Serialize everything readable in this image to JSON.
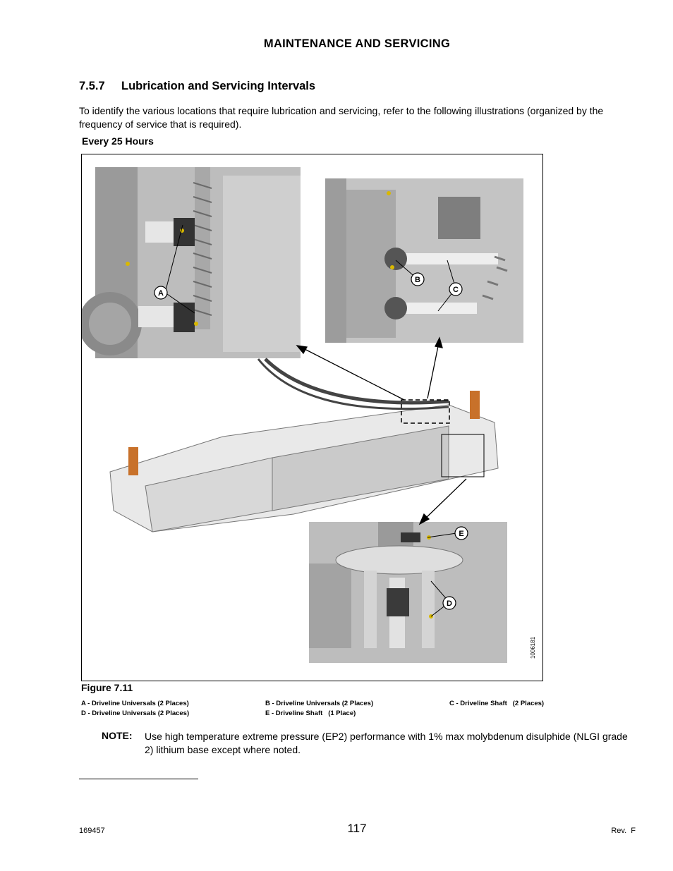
{
  "header": {
    "title": "MAINTENANCE AND SERVICING"
  },
  "section": {
    "number": "7.5.7",
    "title": "Lubrication and Servicing Intervals"
  },
  "intro": "To identify the various locations that require lubrication and servicing, refer to the following illustrations (organized by the frequency of service that is required).",
  "subheading": "Every 25 Hours",
  "figure": {
    "caption": "Figure 7.11",
    "image_id": "1006181",
    "callouts": {
      "a": "A",
      "b": "B",
      "c": "C",
      "d": "D",
      "e": "E"
    },
    "legend": [
      "A - Driveline Universals (2 Places)",
      "B - Driveline Universals (2 Places)",
      "C - Driveline Shaft   (2 Places)",
      "D - Driveline Universals (2 Places)",
      "E - Driveline Shaft   (1 Place)"
    ]
  },
  "note": {
    "label": "NOTE:",
    "text": "Use high temperature extreme pressure (EP2) performance with 1% max molybdenum disulphide (NLGI grade 2) lithium base except where noted."
  },
  "footer": {
    "doc_number": "169457",
    "page_number": "117",
    "revision": "Rev.  F"
  },
  "colors": {
    "illustration_bg": "#c9c9c9",
    "illustration_dark": "#3a3a3a",
    "fitting_yellow": "#d9b800"
  }
}
